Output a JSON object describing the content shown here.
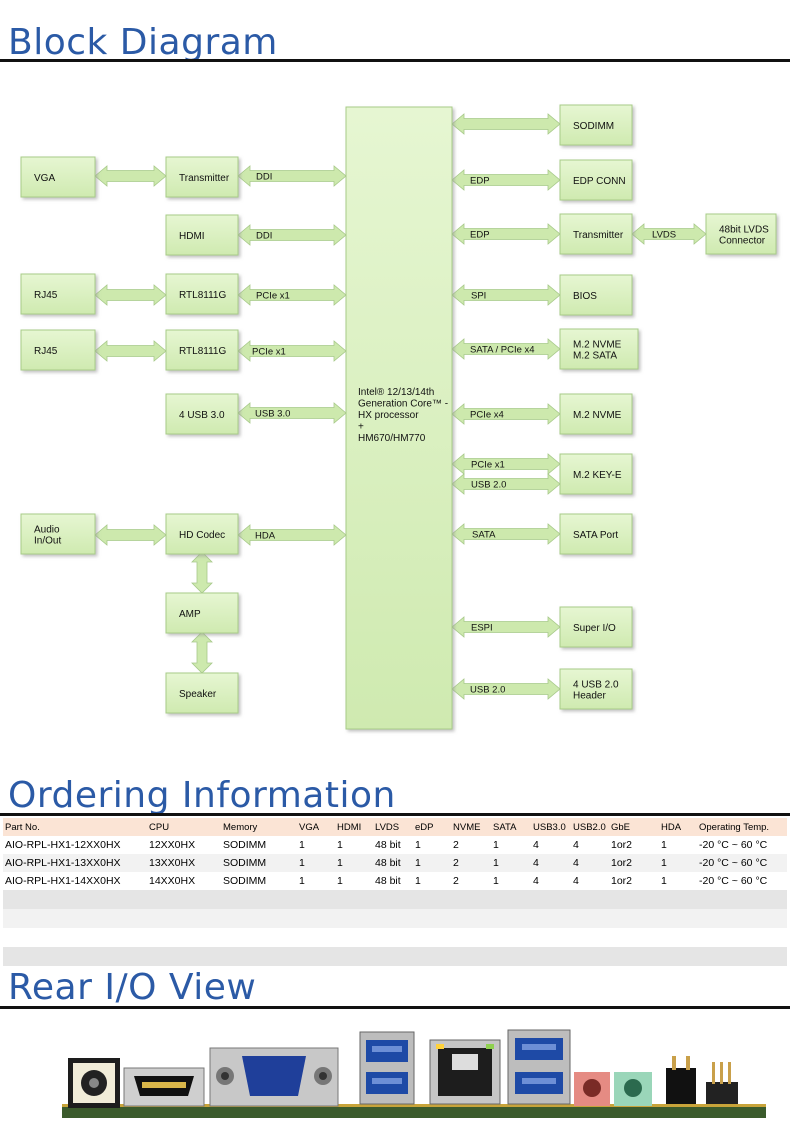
{
  "sections": {
    "block_diagram": "Block Diagram",
    "ordering": "Ordering Information",
    "rear_io": "Rear I/O View"
  },
  "diagram": {
    "cpu": [
      "Intel® 12/13/14th",
      "Generation Core™ -",
      "HX processor",
      "+",
      "HM670/HM770"
    ],
    "left_blocks": {
      "vga": "VGA",
      "transmitter": "Transmitter",
      "hdmi": "HDMI",
      "rj45_1": "RJ45",
      "rtl_1": "RTL8111G",
      "rj45_2": "RJ45",
      "rtl_2": "RTL8111G",
      "usb3": "4 USB 3.0",
      "audio_1": "Audio",
      "audio_2": "In/Out",
      "hd_codec": "HD Codec",
      "amp": "AMP",
      "speaker": "Speaker"
    },
    "left_labels": {
      "ddi_1": "DDI",
      "ddi_2": "DDI",
      "pcie_1": "PCIe x1",
      "pcie_2": "PCIe x1",
      "usb30": "USB 3.0",
      "hda": "HDA"
    },
    "right_blocks": {
      "sodimm": "SODIMM",
      "edp_conn": "EDP CONN",
      "transmitter": "Transmitter",
      "lvds_1": "48bit LVDS",
      "lvds_2": "Connector",
      "bios": "BIOS",
      "m2_nvme_sata_1": "M.2 NVME",
      "m2_nvme_sata_2": "M.2 SATA",
      "m2_nvme": "M.2 NVME",
      "m2_keye": "M.2 KEY-E",
      "sata_port": "SATA Port",
      "super_io": "Super I/O",
      "usb20_1": "4 USB 2.0",
      "usb20_2": "Header"
    },
    "right_labels": {
      "edp_1": "EDP",
      "edp_2": "EDP",
      "lvds": "LVDS",
      "spi": "SPI",
      "sata_pcie": "SATA / PCIe x4",
      "pcie_x4": "PCIe x4",
      "pcie_x1": "PCIe x1",
      "usb_2_0_a": "USB 2.0",
      "sata": "SATA",
      "espi": "ESPI",
      "usb_2_0_b": "USB 2.0"
    },
    "colors": {
      "box_fill": "#d8f0bc",
      "box_stroke": "#a8cc88",
      "arrow": "#cde9ad"
    }
  },
  "ordering": {
    "columns": [
      "Part No.",
      "CPU",
      "Memory",
      "VGA",
      "HDMI",
      "LVDS",
      "eDP",
      "NVME",
      "SATA",
      "USB3.0",
      "USB2.0",
      "GbE",
      "HDA",
      "Operating Temp."
    ],
    "rows": [
      [
        "AIO-RPL-HX1-12XX0HX",
        "12XX0HX",
        "SODIMM",
        "1",
        "1",
        "48 bit",
        "1",
        "2",
        "1",
        "4",
        "4",
        "1or2",
        "1",
        "-20 °C ~ 60 °C"
      ],
      [
        "AIO-RPL-HX1-13XX0HX",
        "13XX0HX",
        "SODIMM",
        "1",
        "1",
        "48 bit",
        "1",
        "2",
        "1",
        "4",
        "4",
        "1or2",
        "1",
        "-20 °C ~ 60 °C"
      ],
      [
        "AIO-RPL-HX1-14XX0HX",
        "14XX0HX",
        "SODIMM",
        "1",
        "1",
        "48 bit",
        "1",
        "2",
        "1",
        "4",
        "4",
        "1or2",
        "1",
        "-20 °C ~ 60 °C"
      ]
    ]
  }
}
